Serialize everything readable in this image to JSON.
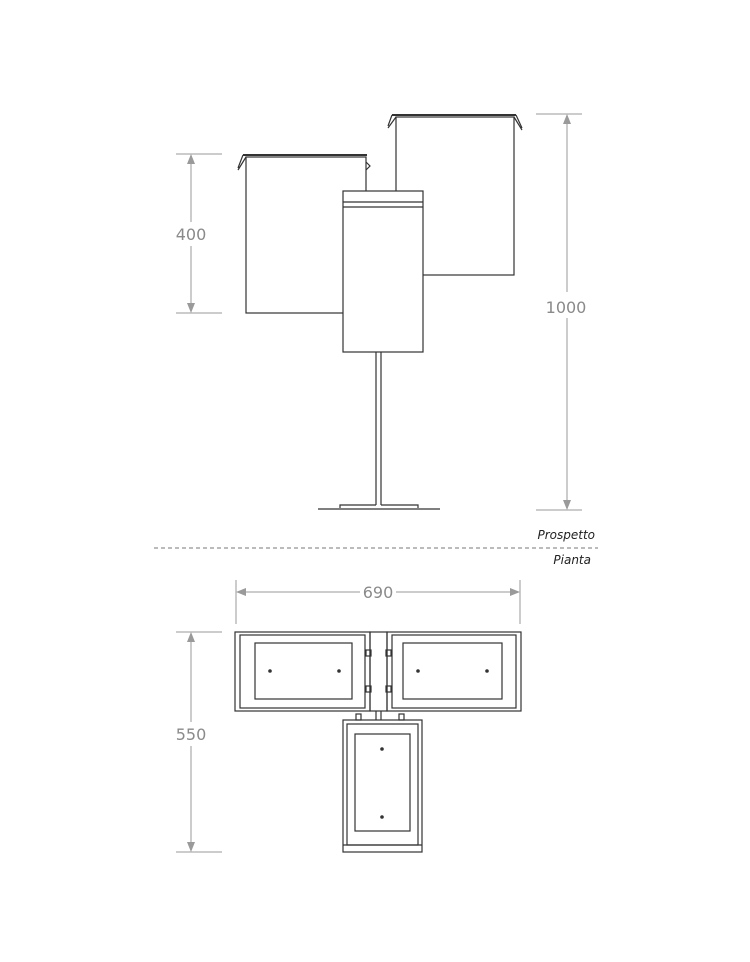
{
  "dimensions": {
    "elevation_bag_height": "400",
    "elevation_total_height": "1000",
    "plan_width": "690",
    "plan_depth": "550"
  },
  "labels": {
    "elevation": "Prospetto",
    "plan": "Pianta"
  },
  "colors": {
    "line": "#333333",
    "dimension": "#9a9a9a",
    "background": "#ffffff"
  }
}
